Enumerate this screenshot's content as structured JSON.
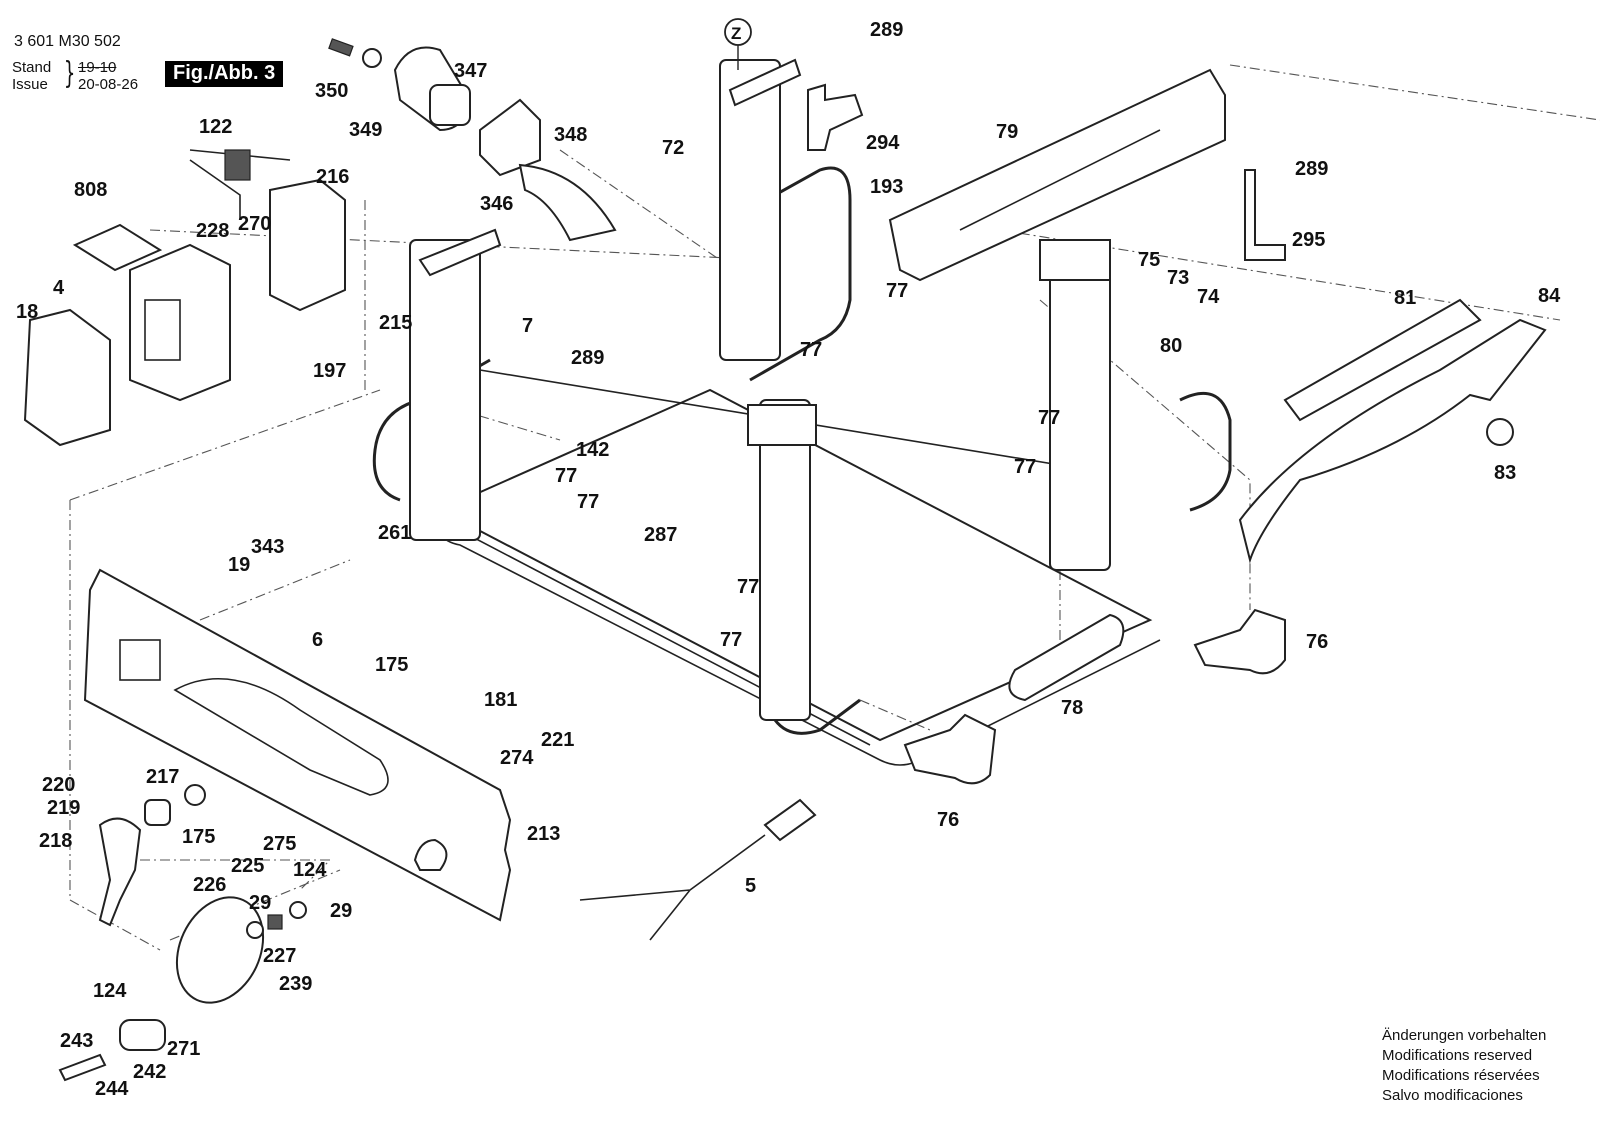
{
  "header": {
    "part_number": "3 601 M30 502",
    "stand_label": "Stand",
    "issue_label": "Issue",
    "old_date": "19-10",
    "issue_date": "20-08-26",
    "figure_badge": "Fig./Abb. 3"
  },
  "detail_marker": "Z",
  "footer_notes": [
    "Änderungen vorbehalten",
    "Modifications reserved",
    "Modifications réservées",
    "Salvo modificaciones"
  ],
  "callouts": [
    {
      "id": "c350",
      "text": "350"
    },
    {
      "id": "c349",
      "text": "349"
    },
    {
      "id": "c347",
      "text": "347"
    },
    {
      "id": "c348",
      "text": "348"
    },
    {
      "id": "c346",
      "text": "346"
    },
    {
      "id": "c122",
      "text": "122"
    },
    {
      "id": "c808",
      "text": "808"
    },
    {
      "id": "c216",
      "text": "216"
    },
    {
      "id": "c228",
      "text": "228"
    },
    {
      "id": "c270",
      "text": "270"
    },
    {
      "id": "c18",
      "text": "18"
    },
    {
      "id": "c4",
      "text": "4"
    },
    {
      "id": "c215",
      "text": "215"
    },
    {
      "id": "c197",
      "text": "197"
    },
    {
      "id": "c7",
      "text": "7"
    },
    {
      "id": "c289a",
      "text": "289"
    },
    {
      "id": "c142",
      "text": "142"
    },
    {
      "id": "c77a",
      "text": "77"
    },
    {
      "id": "c77b",
      "text": "77"
    },
    {
      "id": "c72",
      "text": "72"
    },
    {
      "id": "c289b",
      "text": "289"
    },
    {
      "id": "c294",
      "text": "294"
    },
    {
      "id": "c193",
      "text": "193"
    },
    {
      "id": "c77c",
      "text": "77"
    },
    {
      "id": "c77d",
      "text": "77"
    },
    {
      "id": "c79",
      "text": "79"
    },
    {
      "id": "c289c",
      "text": "289"
    },
    {
      "id": "c295",
      "text": "295"
    },
    {
      "id": "c75",
      "text": "75"
    },
    {
      "id": "c73",
      "text": "73"
    },
    {
      "id": "c74",
      "text": "74"
    },
    {
      "id": "c80",
      "text": "80"
    },
    {
      "id": "c81",
      "text": "81"
    },
    {
      "id": "c84",
      "text": "84"
    },
    {
      "id": "c83",
      "text": "83"
    },
    {
      "id": "c77e",
      "text": "77"
    },
    {
      "id": "c77f",
      "text": "77"
    },
    {
      "id": "c261",
      "text": "261"
    },
    {
      "id": "c343",
      "text": "343"
    },
    {
      "id": "c19",
      "text": "19"
    },
    {
      "id": "c6",
      "text": "6"
    },
    {
      "id": "c287",
      "text": "287"
    },
    {
      "id": "c77g",
      "text": "77"
    },
    {
      "id": "c77h",
      "text": "77"
    },
    {
      "id": "c175a",
      "text": "175"
    },
    {
      "id": "c181",
      "text": "181"
    },
    {
      "id": "c274",
      "text": "274"
    },
    {
      "id": "c221",
      "text": "221"
    },
    {
      "id": "c213",
      "text": "213"
    },
    {
      "id": "c78",
      "text": "78"
    },
    {
      "id": "c76a",
      "text": "76"
    },
    {
      "id": "c76b",
      "text": "76"
    },
    {
      "id": "c5",
      "text": "5"
    },
    {
      "id": "c220",
      "text": "220"
    },
    {
      "id": "c219",
      "text": "219"
    },
    {
      "id": "c217",
      "text": "217"
    },
    {
      "id": "c218",
      "text": "218"
    },
    {
      "id": "c175b",
      "text": "175"
    },
    {
      "id": "c275",
      "text": "275"
    },
    {
      "id": "c225",
      "text": "225"
    },
    {
      "id": "c226",
      "text": "226"
    },
    {
      "id": "c124a",
      "text": "124"
    },
    {
      "id": "c29a",
      "text": "29"
    },
    {
      "id": "c29b",
      "text": "29"
    },
    {
      "id": "c227",
      "text": "227"
    },
    {
      "id": "c239",
      "text": "239"
    },
    {
      "id": "c124b",
      "text": "124"
    },
    {
      "id": "c243",
      "text": "243"
    },
    {
      "id": "c271",
      "text": "271"
    },
    {
      "id": "c242",
      "text": "242"
    },
    {
      "id": "c244",
      "text": "244"
    }
  ]
}
